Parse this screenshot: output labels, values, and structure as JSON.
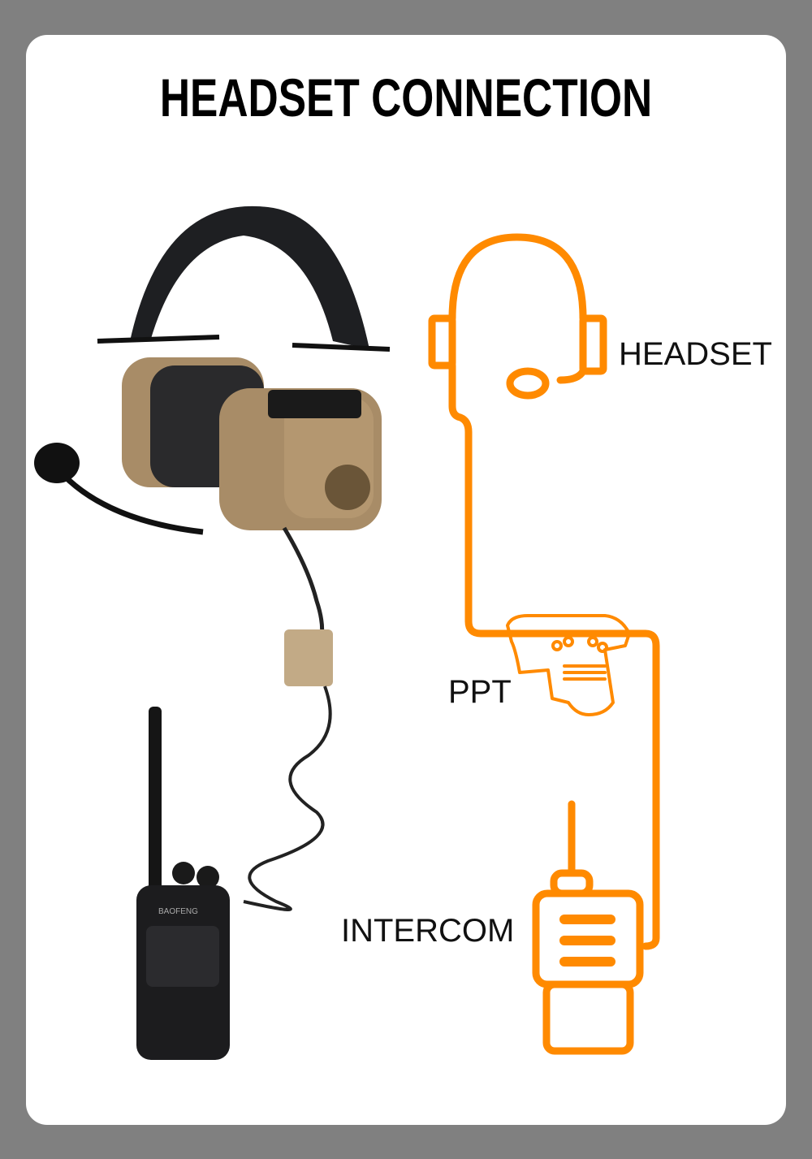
{
  "title": "HEADSET CONNECTION",
  "labels": {
    "headset": "HEADSET",
    "ptt": "PPT",
    "intercom": "INTERCOM"
  },
  "photo": {
    "radio_brand": "BAOFENG"
  },
  "colors": {
    "accent": "#ff8a00",
    "frame": "#808080",
    "card": "#ffffff"
  }
}
